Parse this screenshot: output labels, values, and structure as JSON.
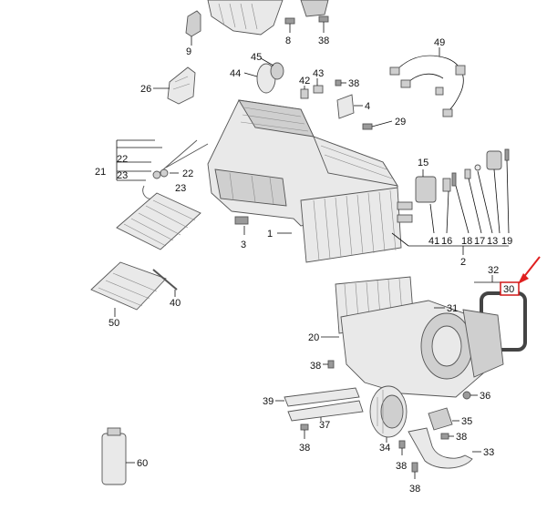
{
  "labels": {
    "l1": "1",
    "l2": "2",
    "l3": "3",
    "l4": "4",
    "l8": "8",
    "l9": "9",
    "l13": "13",
    "l15": "15",
    "l16": "16",
    "l17": "17",
    "l18": "18",
    "l19": "19",
    "l20": "20",
    "l21": "21",
    "l22a": "22",
    "l22b": "22",
    "l23a": "23",
    "l23b": "23",
    "l26": "26",
    "l29": "29",
    "l30": "30",
    "l31": "31",
    "l32": "32",
    "l33": "33",
    "l34": "34",
    "l35": "35",
    "l36": "36",
    "l37": "37",
    "l38a": "38",
    "l38b": "38",
    "l38c": "38",
    "l38d": "38",
    "l38e": "38",
    "l38f": "38",
    "l38g": "38",
    "l39": "39",
    "l40": "40",
    "l41": "41",
    "l42": "42",
    "l43": "43",
    "l44": "44",
    "l45": "45",
    "l49": "49",
    "l50": "50",
    "l60": "60"
  },
  "colors": {
    "highlight_arrow": "#e02020",
    "outline": "#555555"
  }
}
